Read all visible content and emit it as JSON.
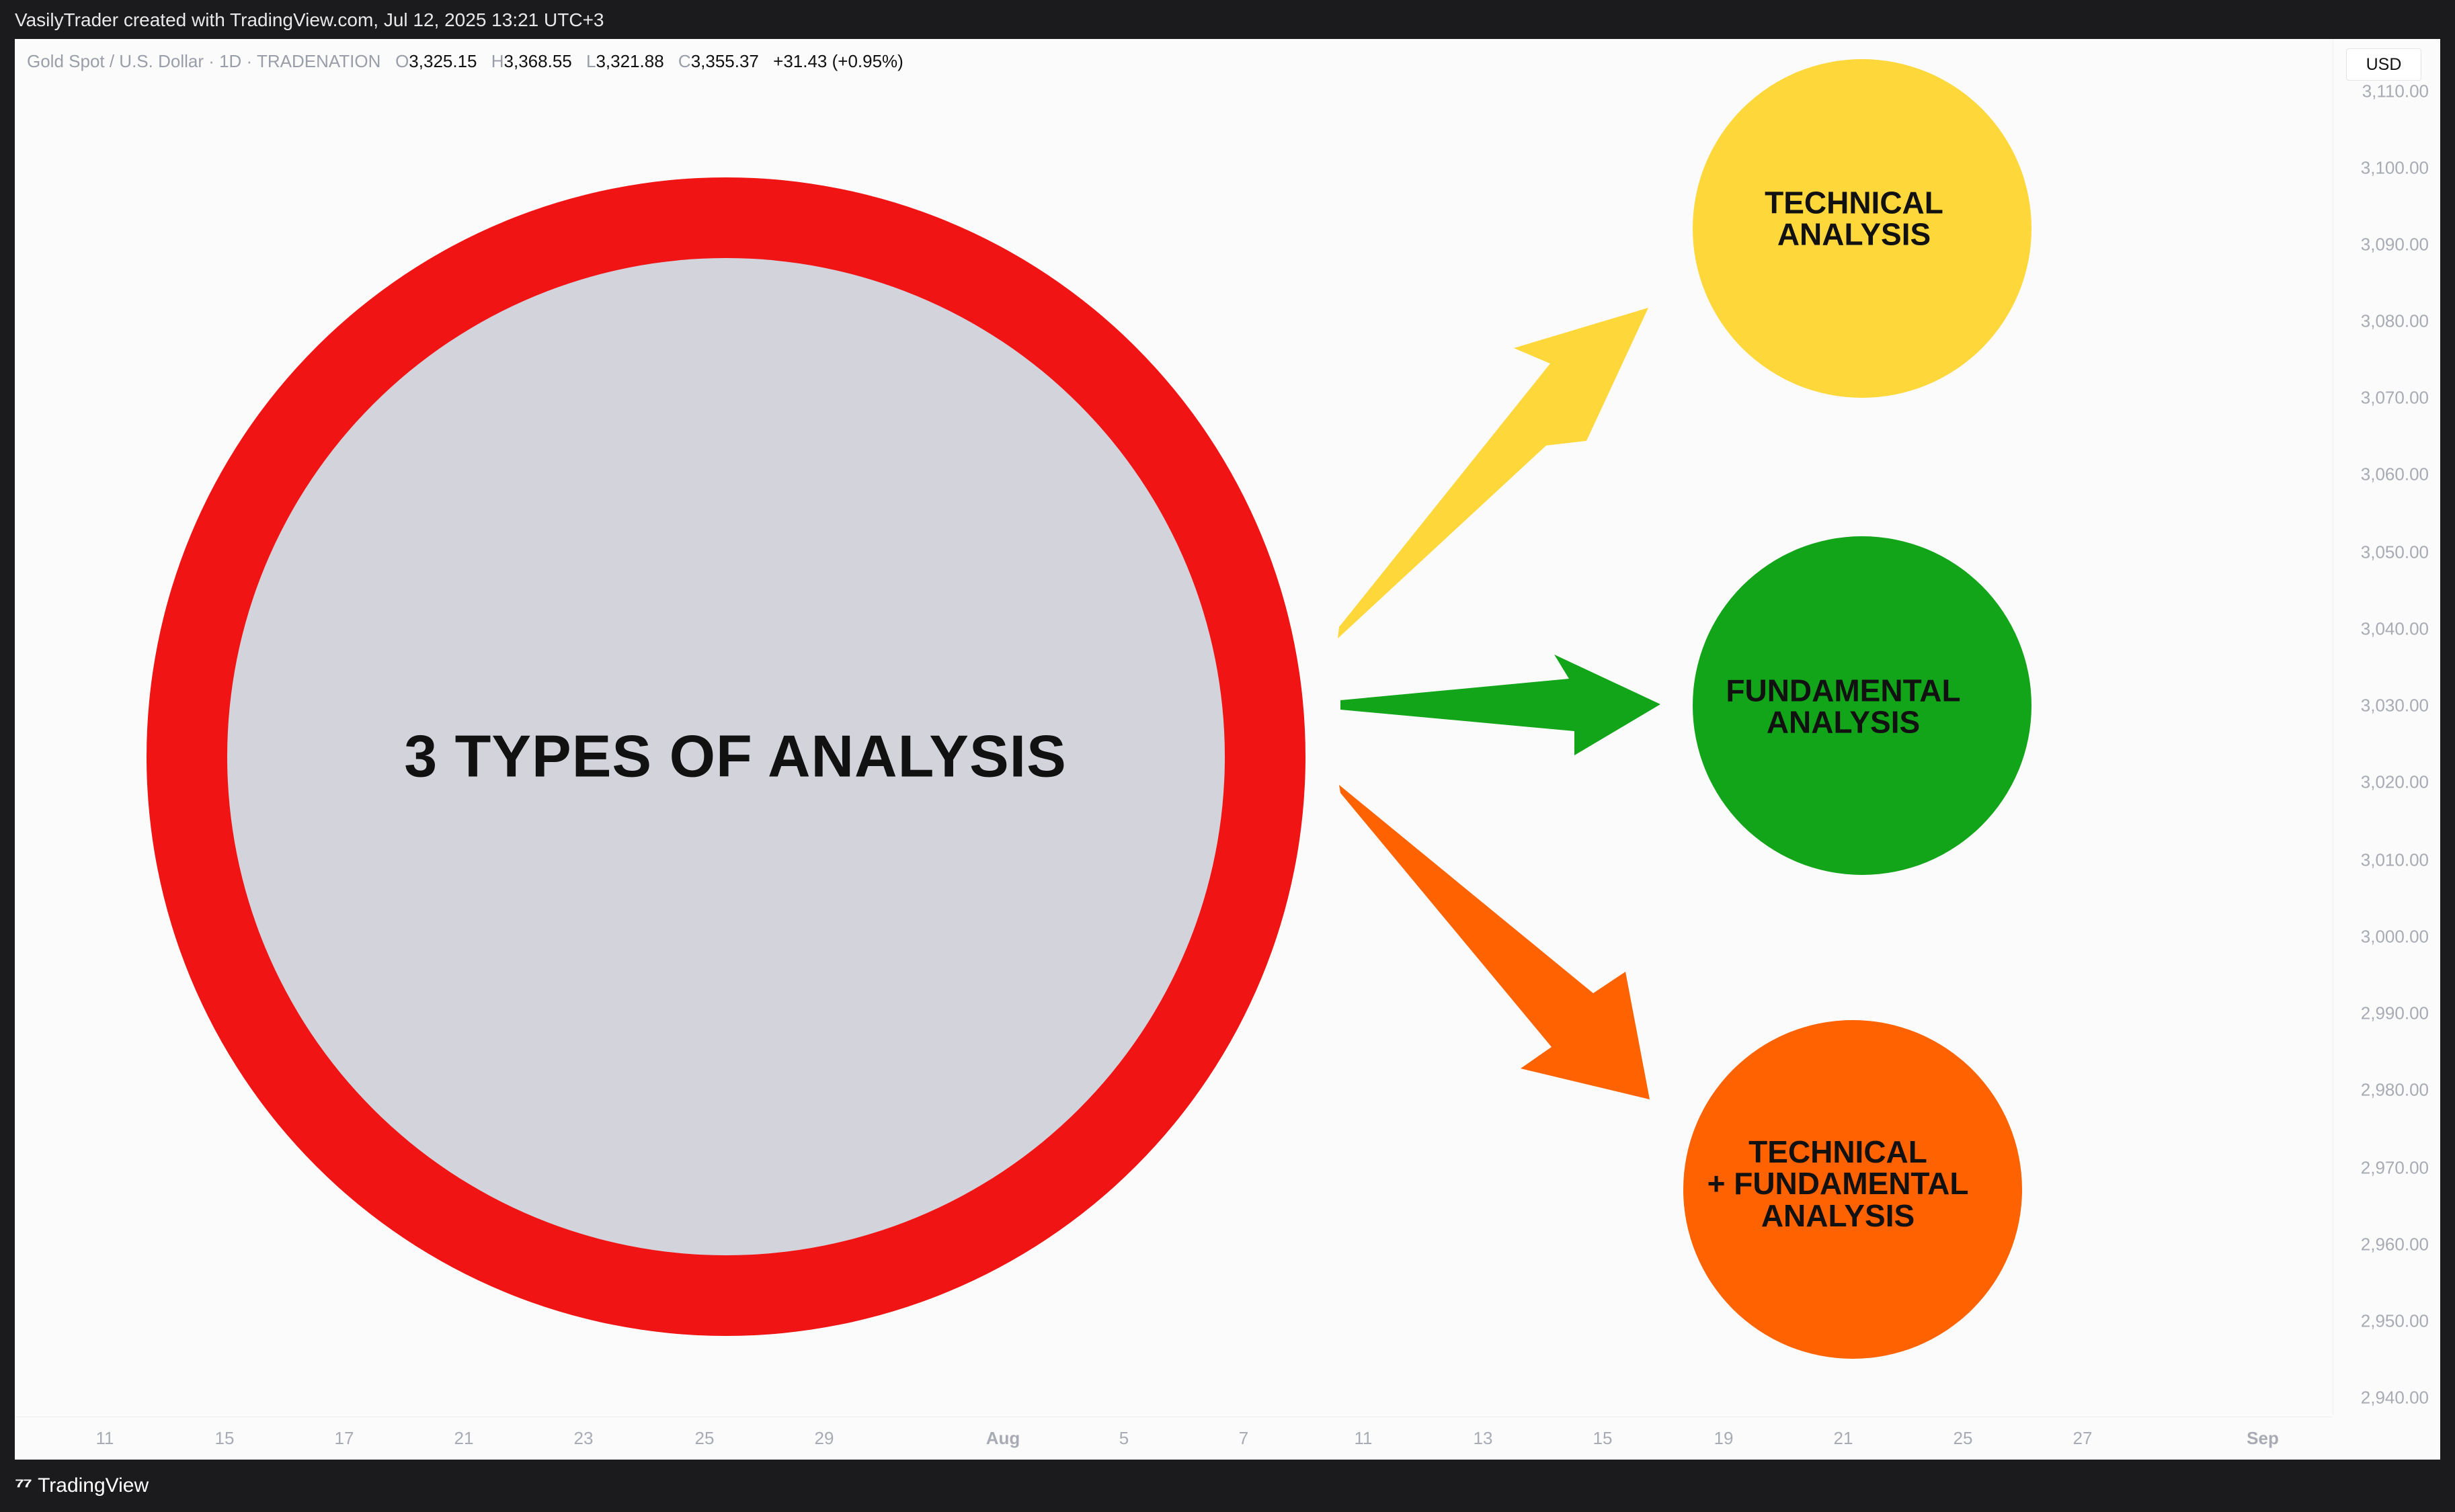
{
  "header": {
    "attribution": "VasilyTrader created with TradingView.com, Jul 12, 2025 13:21 UTC+3"
  },
  "legend": {
    "symbol": "Gold Spot / U.S. Dollar · 1D · TRADENATION",
    "open_key": "O",
    "open": "3,325.15",
    "high_key": "H",
    "high": "3,368.55",
    "low_key": "L",
    "low": "3,321.88",
    "close_key": "C",
    "close": "3,355.37",
    "change": "+31.43 (+0.95%)"
  },
  "currency": "USD",
  "price_axis": {
    "ticks": [
      "3,110.00",
      "3,100.00",
      "3,090.00",
      "3,080.00",
      "3,070.00",
      "3,060.00",
      "3,050.00",
      "3,040.00",
      "3,030.00",
      "3,020.00",
      "3,010.00",
      "3,000.00",
      "2,990.00",
      "2,980.00",
      "2,970.00",
      "2,960.00",
      "2,950.00",
      "2,940.00"
    ]
  },
  "time_axis": {
    "ticks": [
      "11",
      "15",
      "17",
      "21",
      "23",
      "25",
      "29",
      "Aug",
      "5",
      "7",
      "11",
      "13",
      "15",
      "19",
      "21",
      "25",
      "27",
      "Sep"
    ]
  },
  "diagram": {
    "main": "3 TYPES OF ANALYSIS",
    "technical": [
      "TECHNICAL",
      "ANALYSIS"
    ],
    "fundamental": [
      "FUNDAMENTAL",
      "ANALYSIS"
    ],
    "combined": [
      "TECHNICAL",
      "+ FUNDAMENTAL",
      "ANALYSIS"
    ]
  },
  "colors": {
    "ring": "#f01414",
    "inner": "#d3d3dc",
    "technical": "#fed73a",
    "fundamental": "#12a51a",
    "combined": "#ff6200"
  },
  "footer": {
    "brand": "TradingView"
  }
}
